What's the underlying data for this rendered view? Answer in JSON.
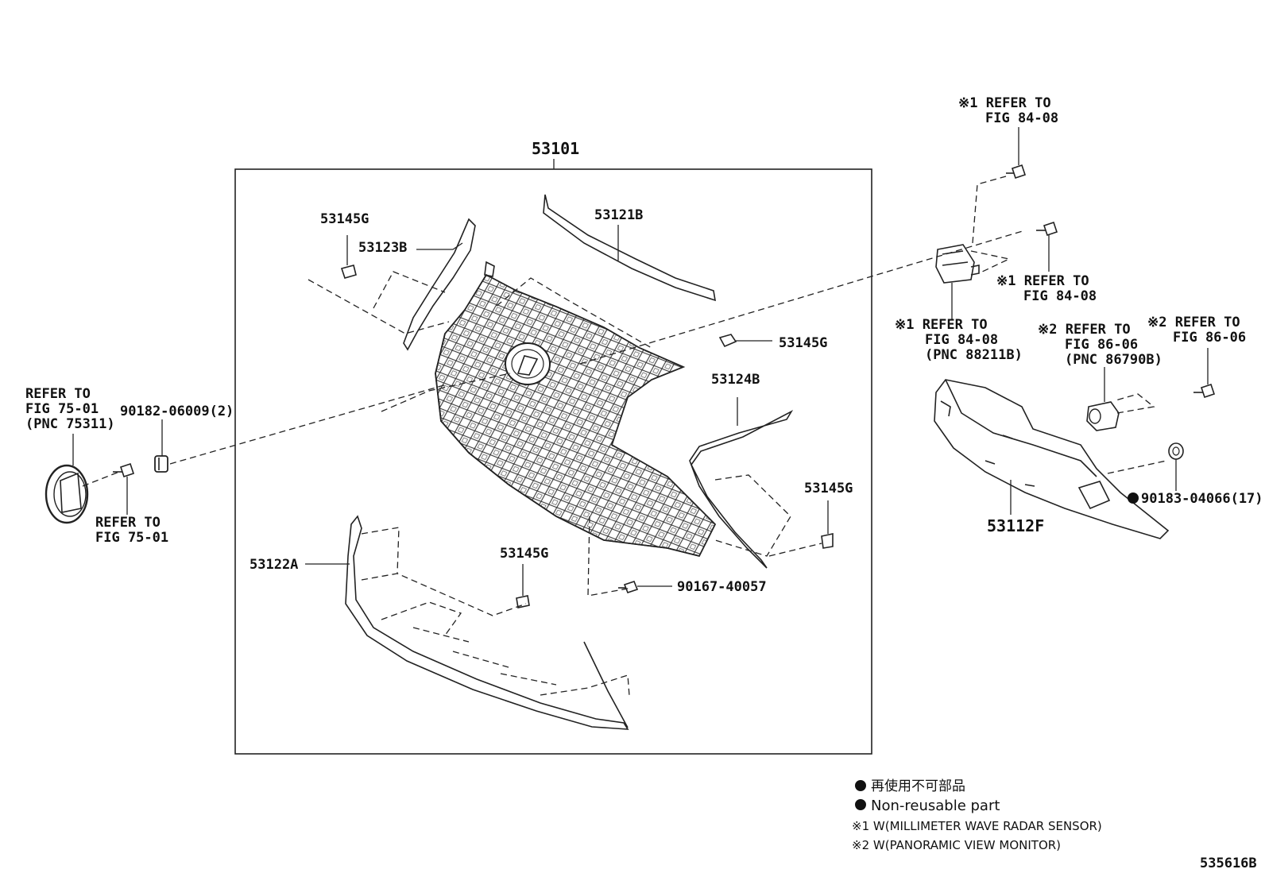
{
  "diagram": {
    "assembly_number": "53101",
    "drawing_code": "535616B",
    "labels": {
      "p53145g_a": "53145G",
      "p53123b": "53123B",
      "p53121b": "53121B",
      "p53145g_b": "53145G",
      "p53124b": "53124B",
      "p53145g_c": "53145G",
      "p53145g_d": "53145G",
      "p53122a": "53122A",
      "p90167": "90167-40057",
      "p90182": "90182-06009(2)",
      "p53112f": "53112F",
      "p90183": "90183-04066(17)"
    },
    "references": {
      "emblem_ref": [
        "REFER TO",
        "FIG 75-01",
        "(PNC 75311)"
      ],
      "emblem_screw_ref": [
        "REFER TO",
        "FIG 75-01"
      ],
      "radar_bolt_top_ref": [
        "※1 REFER TO",
        "FIG 84-08"
      ],
      "radar_bolt_mid_ref": [
        "※1 REFER TO",
        "FIG 84-08"
      ],
      "radar_sensor_ref": [
        "※1 REFER TO",
        "FIG 84-08",
        "(PNC 88211B)"
      ],
      "camera_ref": [
        "※2 REFER TO",
        "FIG 86-06",
        "(PNC 86790B)"
      ],
      "camera_bolt_ref": [
        "※2 REFER TO",
        "FIG 86-06"
      ]
    },
    "legend": {
      "non_reusable_jp": "再使用不可部品",
      "non_reusable_en": "Non-reusable part",
      "note1": "※1 W(MILLIMETER WAVE RADAR SENSOR)",
      "note2": "※2 W(PANORAMIC VIEW MONITOR)"
    }
  }
}
